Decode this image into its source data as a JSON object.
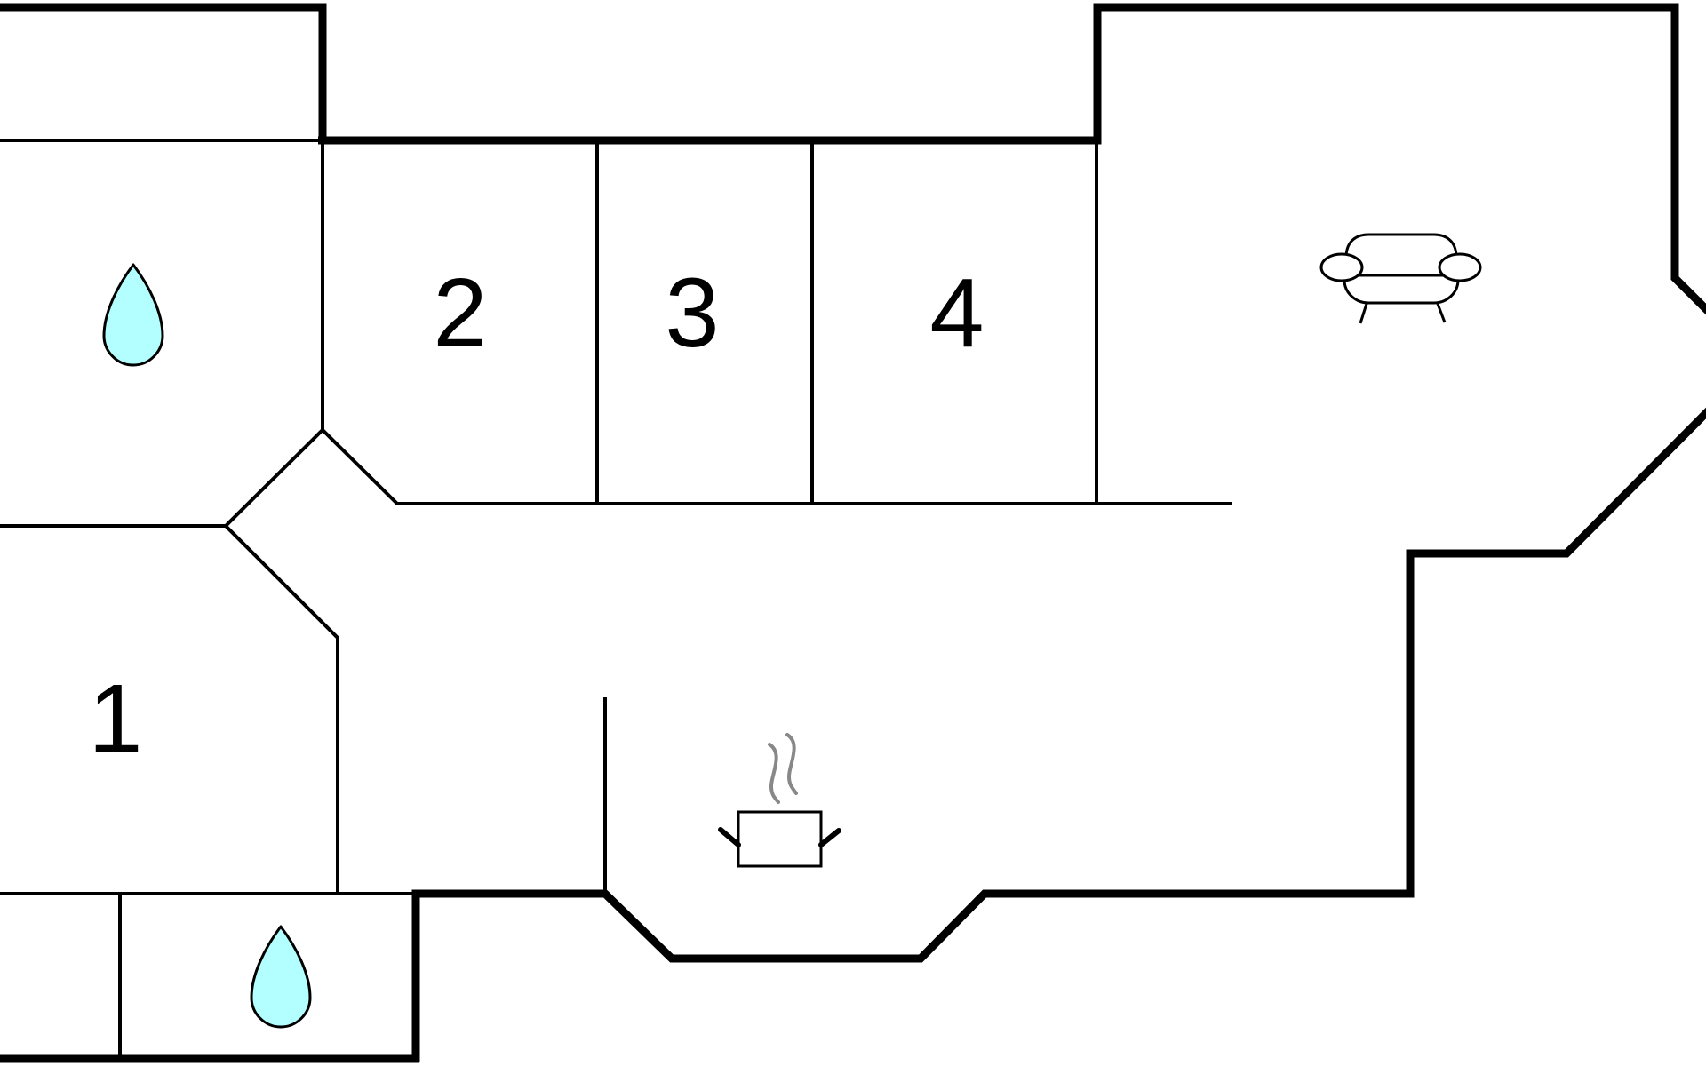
{
  "floorplan": {
    "room_numbers": {
      "room_1": "1",
      "room_2": "2",
      "room_3": "3",
      "room_4": "4"
    },
    "icons": [
      "water-drop-icon",
      "water-drop-icon",
      "sofa-icon",
      "cooking-pot-icon"
    ],
    "colors": {
      "wall": "#000000",
      "water_drop_fill": "#b3ffff",
      "steam": "#888888",
      "background": "#ffffff"
    }
  }
}
